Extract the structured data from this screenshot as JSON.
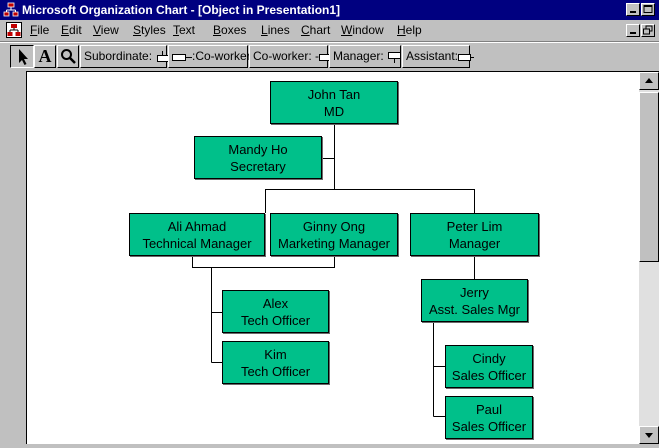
{
  "window": {
    "title": "Microsoft Organization Chart - [Object in Presentation1]"
  },
  "menu": {
    "items": [
      {
        "label": "File",
        "ul": "F",
        "rest": "ile"
      },
      {
        "label": "Edit",
        "ul": "E",
        "rest": "dit"
      },
      {
        "label": "View",
        "ul": "V",
        "rest": "iew"
      },
      {
        "label": "Styles",
        "ul": "S",
        "rest": "tyles"
      },
      {
        "label": "Text",
        "ul": "T",
        "rest": "ext"
      },
      {
        "label": "Boxes",
        "ul": "B",
        "rest": "oxes"
      },
      {
        "label": "Lines",
        "ul": "L",
        "rest": "ines"
      },
      {
        "label": "Chart",
        "ul": "C",
        "rest": "hart"
      },
      {
        "label": "Window",
        "ul": "W",
        "rest": "indow"
      },
      {
        "label": "Help",
        "ul": "H",
        "rest": "elp"
      }
    ]
  },
  "toolbar": {
    "select_tool": "arrow-pointer",
    "text_tool": "A",
    "zoom_tool": "magnifier",
    "subordinate_label": "Subordinate:",
    "coworker_left_label": ":Co-worker",
    "coworker_right_label": "Co-worker: -",
    "manager_label": "Manager:",
    "assistant_label": "Assistant:"
  },
  "colors": {
    "box_fill": "#00c08a",
    "titlebar": "#000080",
    "chrome": "#c0c0c0"
  },
  "org": {
    "john": {
      "name": "John Tan",
      "title": "MD"
    },
    "mandy": {
      "name": "Mandy Ho",
      "title": "Secretary"
    },
    "ali": {
      "name": "Ali Ahmad",
      "title": "Technical Manager"
    },
    "ginny": {
      "name": "Ginny Ong",
      "title": "Marketing Manager"
    },
    "peter": {
      "name": "Peter Lim",
      "title": "Manager"
    },
    "alex": {
      "name": "Alex",
      "title": "Tech Officer"
    },
    "kim": {
      "name": "Kim",
      "title": "Tech Officer"
    },
    "jerry": {
      "name": "Jerry",
      "title": "Asst. Sales Mgr"
    },
    "cindy": {
      "name": "Cindy",
      "title": "Sales Officer"
    },
    "paul": {
      "name": "Paul",
      "title": "Sales Officer"
    }
  }
}
